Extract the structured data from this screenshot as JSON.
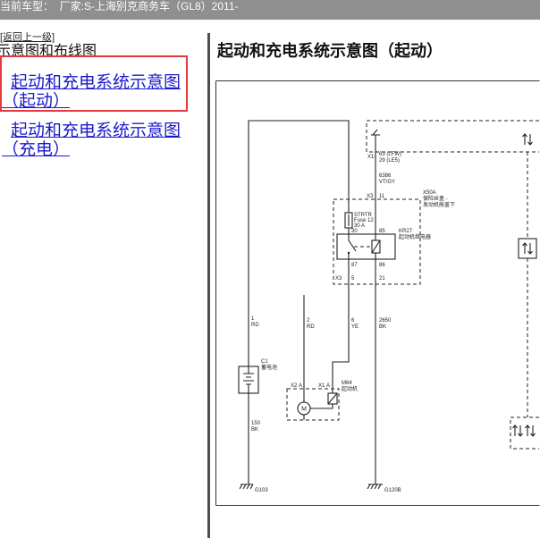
{
  "header": {
    "vehicle": "当前车型：  厂家:S-上海别克商务车（GL8）2011-"
  },
  "nav": {
    "back_link": "[返回上一级]",
    "section_title": "示意图和布线图",
    "links": [
      {
        "label": "起动和充电系统示意图（起动）"
      },
      {
        "label": "起动和充电系统示意图（充电）"
      }
    ]
  },
  "main": {
    "title": "起动和充电系统示意图（起动）",
    "diagram": {
      "top_connector": {
        "id": "X1",
        "pin_lfw": "63 (LFW)",
        "pin_le5": "29 (LE5)"
      },
      "circuit_6386": {
        "number": "6386",
        "color": "VT/GY"
      },
      "fuse_block": {
        "connector_in": "X3",
        "pin_in": "11",
        "id": "X50A",
        "name_line1": "保险丝盒 -",
        "name_line2": "发动机舱盖下",
        "connector_out": "X3",
        "pin_out_5": "5",
        "pin_out_21": "21"
      },
      "fuse": {
        "name": "STRTR",
        "number": "Fuse 12",
        "rating": "30 A"
      },
      "relay": {
        "id": "KR27",
        "name": "起动机继电器",
        "pin_30": "30",
        "pin_85": "85",
        "pin_87": "87",
        "pin_86": "86"
      },
      "wires": {
        "w1": {
          "circuit": "1",
          "color": "RD"
        },
        "w2": {
          "circuit": "2",
          "color": "RD"
        },
        "w6": {
          "circuit": "6",
          "color": "YE"
        },
        "w2650": {
          "circuit": "2650",
          "color": "BK"
        },
        "w150": {
          "circuit": "150",
          "color": "BK"
        }
      },
      "battery": {
        "id": "C1",
        "name": "蓄电池"
      },
      "starter": {
        "id": "M64",
        "name": "起动机",
        "connector_x2": "X2",
        "pin_x2": "A",
        "connector_x1": "X1",
        "pin_x1": "A",
        "motor": "M"
      },
      "grounds": {
        "battery": "G103",
        "relay": "G120B"
      }
    }
  },
  "icons": {
    "connector": "bidirectional-arrows-icon",
    "ground": "ground-icon"
  },
  "colors": {
    "header_bg": "#8f8f8f",
    "header_text": "#ffffff",
    "link": "#1a1acc",
    "highlight_border": "#e23a3f",
    "divider": "#4d4d4d",
    "diagram_ink": "#222222"
  }
}
